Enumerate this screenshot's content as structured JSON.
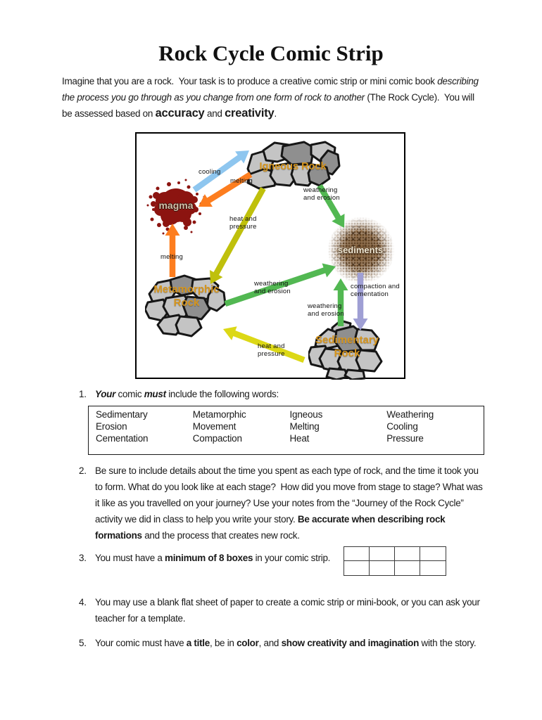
{
  "title": "Rock Cycle Comic Strip",
  "intro": {
    "p1": "Imagine that you are a rock.  Your task is to produce a creative comic strip or mini comic book ",
    "p2_italic": "describing the process you go through as you change from one form of rock to another",
    "p3": " (The Rock Cycle).  You will be assessed based on ",
    "p4_bold": "accuracy",
    "p5": " and ",
    "p6_bold": "creativity",
    "p7": "."
  },
  "diagram": {
    "nodes": {
      "igneous": "Igneous Rock",
      "magma": "magma",
      "sediments": "sediments",
      "metamorphic1": "Metamorphic",
      "metamorphic2": "Rock",
      "sedimentary1": "Sedimentary",
      "sedimentary2": "Rock"
    },
    "arrow_labels": {
      "cooling": "cooling",
      "melting_top": "melting",
      "melting_left": "melting",
      "heat_top1": "heat and",
      "heat_top2": "pressure",
      "weath_top1": "weathering",
      "weath_top2": "and erosion",
      "weath_mid1": "weathering",
      "weath_mid2": "and erosion",
      "weath_low1": "weathering",
      "weath_low2": "and erosion",
      "compact1": "compaction and",
      "compact2": "cementation",
      "heat_bot1": "heat and",
      "heat_bot2": "pressure"
    },
    "colors": {
      "arrow_blue": "#8ec6ef",
      "arrow_orange": "#fd7d1e",
      "arrow_olive": "#bfc00c",
      "arrow_green": "#52b852",
      "arrow_yellow": "#dcd816",
      "arrow_purple": "#9f9fd4",
      "magma_red": "#8c1410",
      "sediment_brown": "#7d5a36",
      "rock_gray_light": "#c4c4c4",
      "rock_gray_dark": "#8f8f8f",
      "rock_outline": "#161616",
      "node_label_gold": "#d6951d"
    }
  },
  "items": {
    "i1": {
      "num": "1.",
      "s1": "Your",
      "s2": " comic ",
      "s3": "must",
      "s4": " include the following words:"
    },
    "words": {
      "rows": [
        [
          "Sedimentary",
          "Metamorphic",
          "Igneous",
          "Weathering"
        ],
        [
          "Erosion",
          "Movement",
          "Melting",
          "Cooling"
        ],
        [
          "Cementation",
          "Compaction",
          "Heat",
          "Pressure"
        ]
      ]
    },
    "i2": {
      "num": "2.",
      "s1": "Be sure to include details about the time you spent as each type of rock, and the time it took you to form. What do you look like at each stage?  How did you move from stage to stage? What was it like as you travelled on your journey? Use your notes from the “Journey of the Rock Cycle” activity we did in class to help you write your story. ",
      "s2_bold": "Be accurate when describing rock formations",
      "s3": " and the process that creates new rock."
    },
    "i3": {
      "num": "3.",
      "s1": "You must have a ",
      "s2_bold": "minimum of 8 boxes",
      "s3": " in your comic strip."
    },
    "i4": {
      "num": "4.",
      "s1": "You may use a blank flat sheet of paper to create a comic strip or mini-book, or you can ask your teacher for a template."
    },
    "i5": {
      "num": "5.",
      "s1": "Your comic must have ",
      "s2_bold": "a title",
      "s3": ", be in ",
      "s4_bold": "color",
      "s5": ", and ",
      "s6_bold": "show creativity and imagination",
      "s7": " with the story."
    }
  }
}
